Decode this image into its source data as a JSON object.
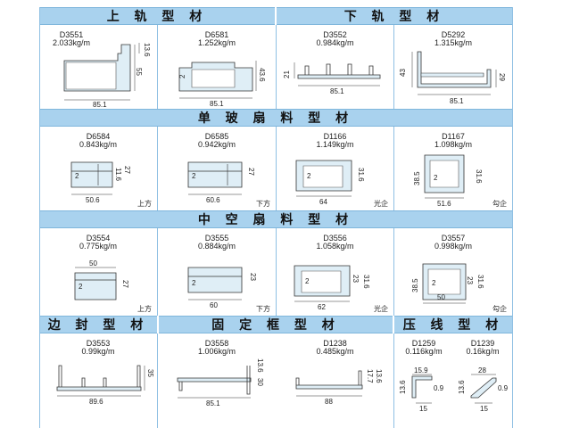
{
  "sections": {
    "upper_rail": "上 轨 型 材",
    "lower_rail": "下 轨 型 材",
    "single_glass_sash": "单 玻 扇 料 型 材",
    "hollow_sash": "中 空 扇 料 型 材",
    "edge_seal": "边 封 型 材",
    "fixed_frame": "固 定 框 型 材",
    "bead": "压 线 型 材"
  },
  "profiles": {
    "d3551": {
      "code": "D3551",
      "weight": "2.033kg/m",
      "dims": [
        "13.6",
        "55",
        "85.1"
      ]
    },
    "d6581": {
      "code": "D6581",
      "weight": "1.252kg/m",
      "dims": [
        "2",
        "43.6",
        "85.1"
      ]
    },
    "d3552": {
      "code": "D3552",
      "weight": "0.984kg/m",
      "dims": [
        "21",
        "85.1"
      ]
    },
    "d5292": {
      "code": "D5292",
      "weight": "1.315kg/m",
      "dims": [
        "43",
        "29",
        "85.1"
      ]
    },
    "d6584": {
      "code": "D6584",
      "weight": "0.843kg/m",
      "dims": [
        "2",
        "11.6",
        "27",
        "50.6"
      ],
      "note": "上方"
    },
    "d6585": {
      "code": "D6585",
      "weight": "0.942kg/m",
      "dims": [
        "2",
        "27",
        "60.6"
      ],
      "note": "下方"
    },
    "d1166": {
      "code": "D1166",
      "weight": "1.149kg/m",
      "dims": [
        "2",
        "31.6",
        "64"
      ],
      "note": "光企"
    },
    "d1167": {
      "code": "D1167",
      "weight": "1.098kg/m",
      "dims": [
        "38.5",
        "2",
        "31.6",
        "51.6"
      ],
      "note": "勾企"
    },
    "d3554": {
      "code": "D3554",
      "weight": "0.775kg/m",
      "dims": [
        "50",
        "2",
        "27"
      ],
      "note": "上方"
    },
    "d3555": {
      "code": "D3555",
      "weight": "0.884kg/m",
      "dims": [
        "2",
        "23",
        "60"
      ],
      "note": "下方"
    },
    "d3556": {
      "code": "D3556",
      "weight": "1.058kg/m",
      "dims": [
        "2",
        "23",
        "31.6",
        "62"
      ],
      "note": "光企"
    },
    "d3557": {
      "code": "D3557",
      "weight": "0.998kg/m",
      "dims": [
        "38.5",
        "2",
        "23",
        "31.6",
        "50"
      ],
      "note": "勾企"
    },
    "d3553": {
      "code": "D3553",
      "weight": "0.99kg/m",
      "dims": [
        "35",
        "89.6"
      ]
    },
    "d3558": {
      "code": "D3558",
      "weight": "1.006kg/m",
      "dims": [
        "13.6",
        "30",
        "85.1"
      ]
    },
    "d1238": {
      "code": "D1238",
      "weight": "0.485kg/m",
      "dims": [
        "17.7",
        "13.6",
        "88"
      ]
    },
    "d1259": {
      "code": "D1259",
      "weight": "0.116kg/m",
      "dims": [
        "15.9",
        "13.6",
        "0.9",
        "15"
      ]
    },
    "d1239": {
      "code": "D1239",
      "weight": "0.16kg/m",
      "dims": [
        "28",
        "13.6",
        "0.9",
        "15"
      ]
    }
  }
}
